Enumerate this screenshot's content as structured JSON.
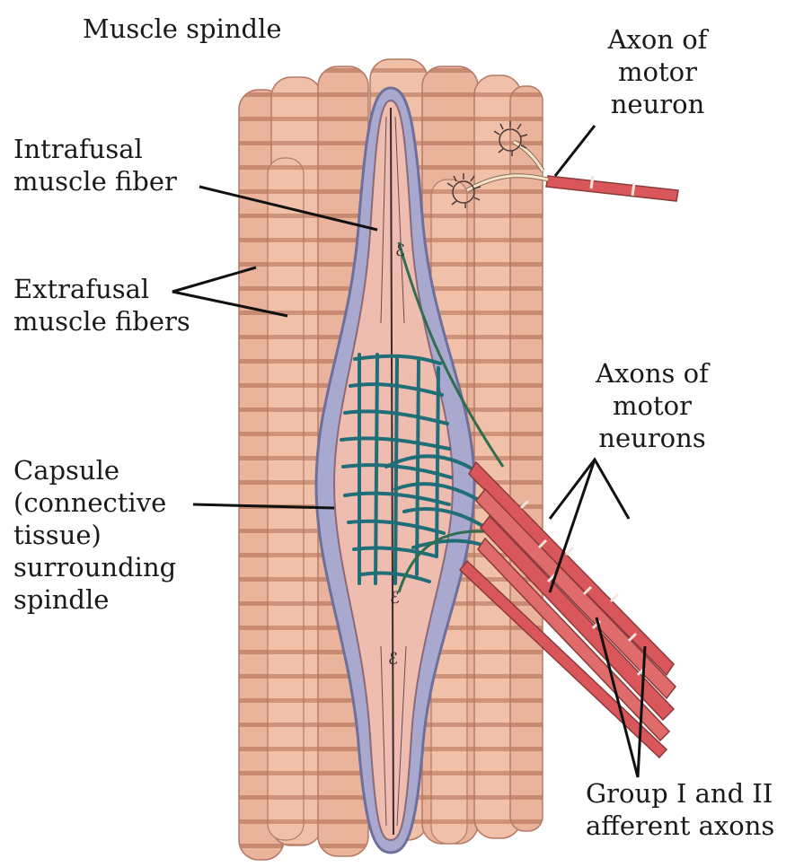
{
  "title": "Muscle spindle",
  "labels": {
    "axon_motor_1": "Axon of",
    "axon_motor_2": "motor",
    "axon_motor_3": "neuron",
    "intrafusal_1": "Intrafusal",
    "intrafusal_2": "muscle fiber",
    "extrafusal_1": "Extrafusal",
    "extrafusal_2": "muscle fibers",
    "axons_motor_1": "Axons of",
    "axons_motor_2": "motor",
    "axons_motor_3": "neurons",
    "capsule_1": "Capsule",
    "capsule_2": "(connective",
    "capsule_3": "tissue)",
    "capsule_4": "surrounding",
    "capsule_5": "spindle",
    "afferent_1": "Group I and II",
    "afferent_2": "afferent axons"
  },
  "colors": {
    "muscle_fill": "#eab39b",
    "muscle_band": "#c98a72",
    "capsule_fill": "#a9a9cf",
    "capsule_edge": "#6f6f9c",
    "intrafusal_fill": "#efbcb0",
    "nerve_green": "#2f6f4f",
    "motor_axon": "#d9575a",
    "afferent_teal": "#1f6e78"
  }
}
